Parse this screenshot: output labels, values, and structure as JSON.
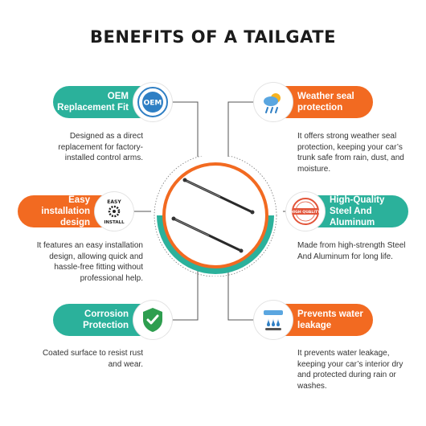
{
  "title": "BENEFITS OF A TAILGATE",
  "benefits": [
    {
      "label": "OEM Replacement Fit",
      "description": "Designed as a direct replacement for factory-installed control arms.",
      "icon": "oem-seal-icon",
      "badge_text": "OEM"
    },
    {
      "label": "Weather seal protection",
      "description": "It offers strong weather seal protection, keeping your car’s trunk safe from rain, dust, and moisture.",
      "icon": "weather-sun-rain-icon"
    },
    {
      "label": "Easy installation design",
      "description": "It features an easy installation design, allowing quick and hassle-free fitting without professional help.",
      "icon": "easy-install-gear-icon",
      "badge_text_top": "EASY",
      "badge_text_bottom": "INSTALL"
    },
    {
      "label": "High-Quality Steel And Aluminum",
      "description": "Made from high-strength Steel And Aluminum for long life.",
      "icon": "high-quality-stamp-icon",
      "badge_text": "HIGH QUALITY"
    },
    {
      "label": "Corrosion Protection",
      "description": "Coated surface to resist rust and wear.",
      "icon": "shield-check-icon"
    },
    {
      "label": "Prevents water leakage",
      "description": "It prevents water leakage, keeping your car’s interior dry and protected during rain or washes.",
      "icon": "water-drop-icon"
    }
  ],
  "center_image": "gas-strut-pair",
  "colors": {
    "teal": "#2bb19b",
    "orange": "#f26a21",
    "title": "#1b1b1b",
    "connector": "#555555"
  }
}
